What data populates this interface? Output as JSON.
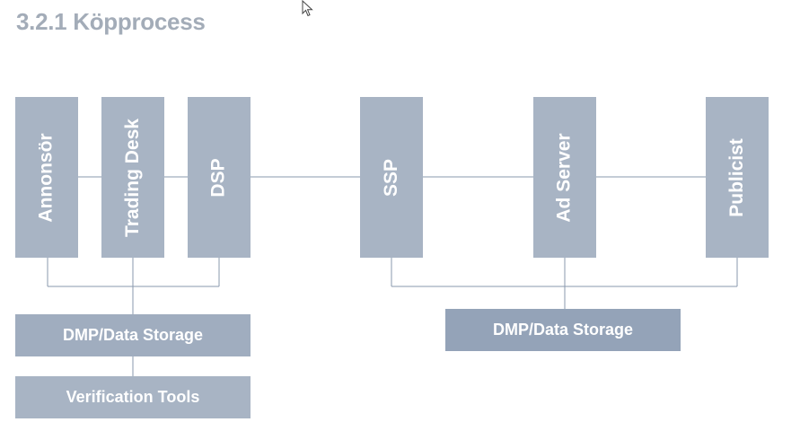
{
  "title": "3.2.1 Köpprocess",
  "nodes": {
    "annonsor": "Annonsör",
    "trading_desk": "Trading Desk",
    "dsp": "DSP",
    "ssp": "SSP",
    "ad_server": "Ad Server",
    "publicist": "Publicist",
    "dmp_left": "DMP/Data Storage",
    "verification": "Verification Tools",
    "dmp_right": "DMP/Data Storage"
  },
  "colors": {
    "box": "#a8b4c4",
    "box_dark": "#94a3b8",
    "line": "#8a98ad",
    "title": "#a3acb8"
  }
}
